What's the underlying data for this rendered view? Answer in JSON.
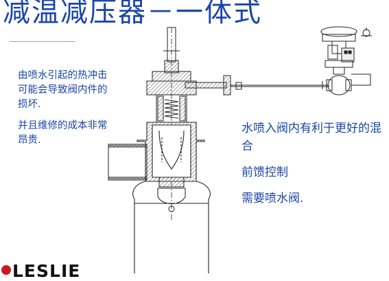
{
  "slide": {
    "title": "减温减压器－一体式",
    "left_notes": [
      "由喷水引起的热冲击可能会导致阀内件的损坏.",
      "并且维修的成本非常昂贵."
    ],
    "right_points": [
      "水喷入阀内有利于更好的混合",
      "前馈控制",
      "需要喷水阀."
    ],
    "logo": {
      "text": "LESLIE"
    },
    "colors": {
      "text": "#1c46a8",
      "drawing": "#222222",
      "hatch": "#7a7a7a",
      "logo_red": "#cc1a1a"
    }
  }
}
